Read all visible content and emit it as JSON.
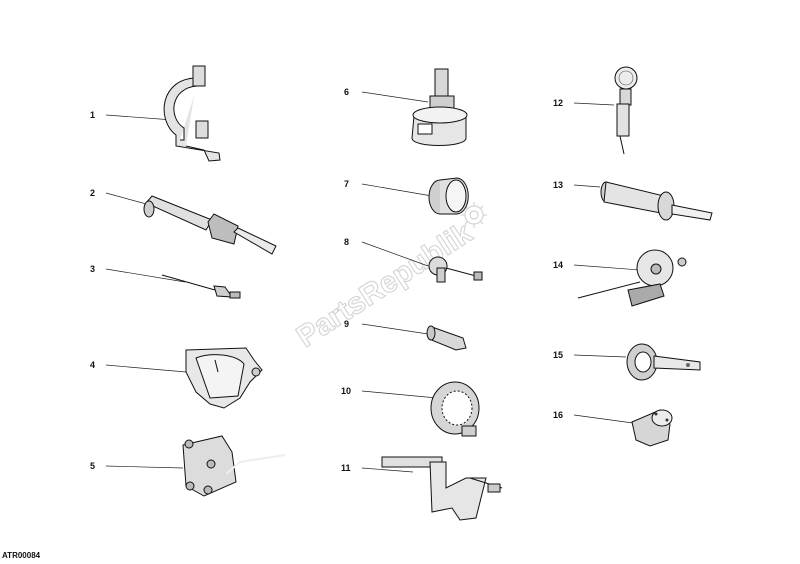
{
  "watermark": "PartsRepublik",
  "drawing_code": "ATR00084",
  "callouts": [
    "1",
    "2",
    "3",
    "4",
    "5",
    "6",
    "7",
    "8",
    "9",
    "10",
    "11",
    "12",
    "13",
    "14",
    "15",
    "16"
  ],
  "icons": {
    "watermark_logo": "gear-icon"
  }
}
